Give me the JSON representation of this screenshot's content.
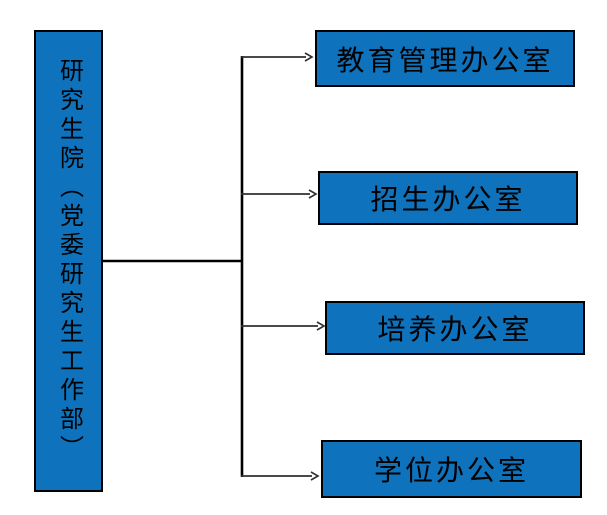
{
  "colors": {
    "box_fill": "#0e72bc",
    "box_border": "#000000",
    "text_color": "#000000",
    "connector_main": "#000000",
    "connector_branch": "#303030",
    "background": "#ffffff"
  },
  "root_node": {
    "label": "研究生院（党委研究生工作部）"
  },
  "child_nodes": [
    {
      "label": "教育管理办公室"
    },
    {
      "label": "招生办公室"
    },
    {
      "label": "培养办公室"
    },
    {
      "label": "学位办公室"
    }
  ]
}
